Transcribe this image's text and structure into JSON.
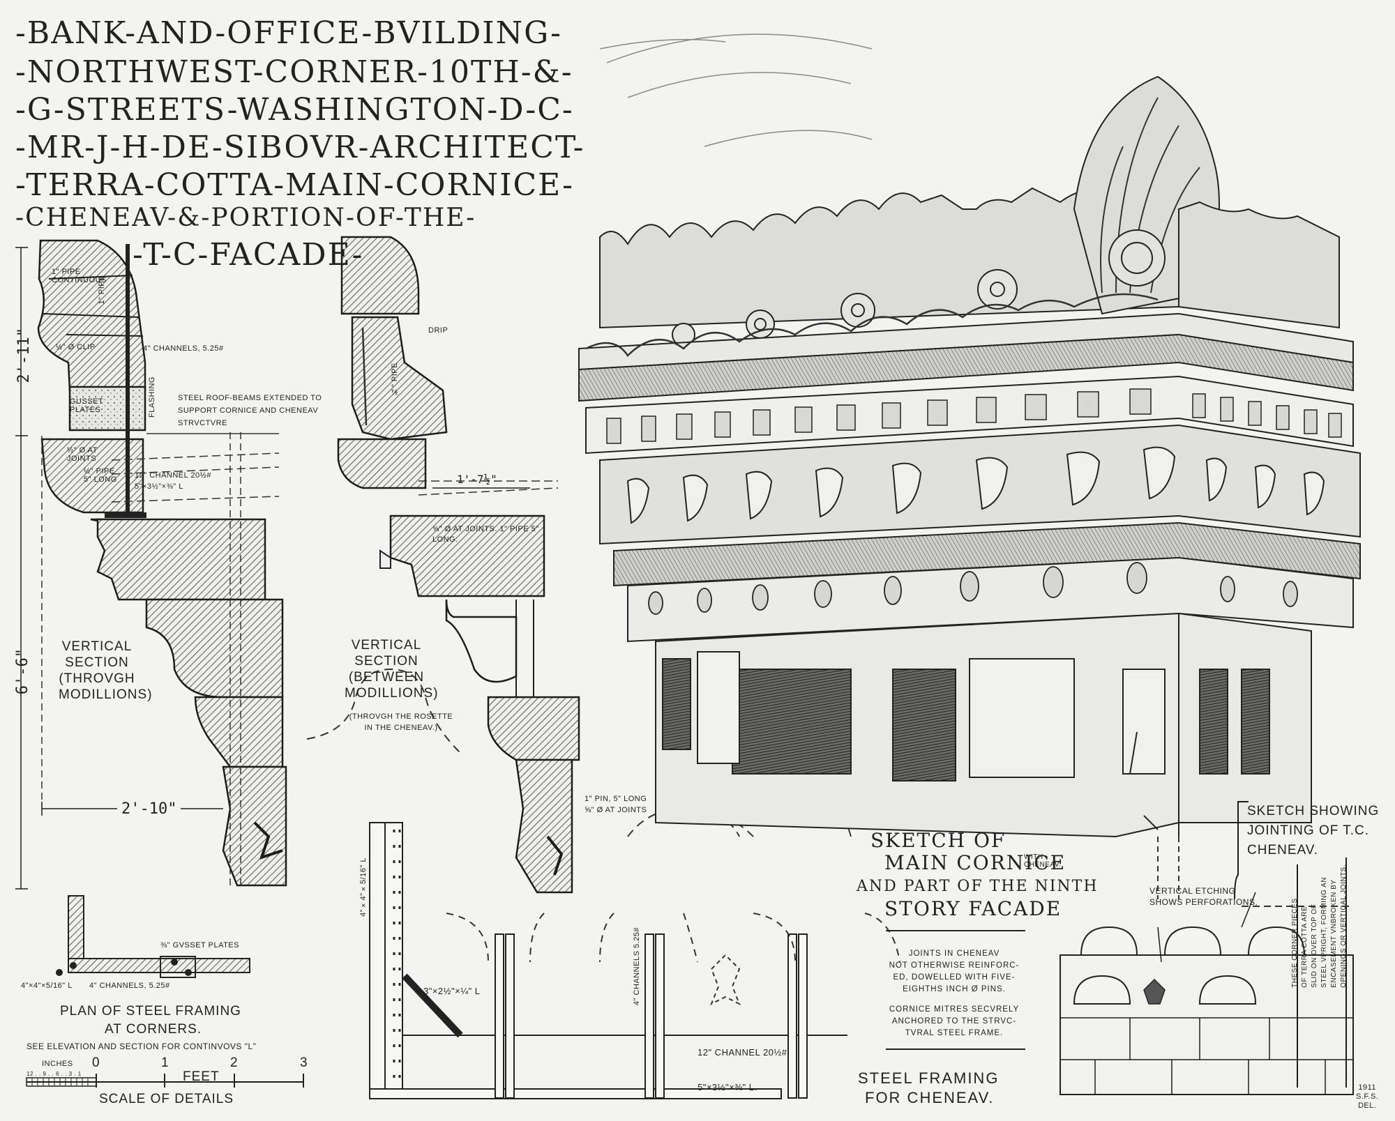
{
  "title": {
    "line1": "-BANK-AND-OFFICE-BVILDING-",
    "line2": "-NORTHWEST-CORNER-10TH-&-",
    "line3": "-G-STREETS-WASHINGTON-D-C-",
    "line4": "-MR-J-H-DE-SIBOVR-ARCHITECT-",
    "line5": "-TERRA-COTTA-MAIN-CORNICE-",
    "line6": "-CHENEAV-&-PORTION-OF-THE-",
    "line7": "-T-C-FACADE-"
  },
  "section_through": {
    "labels": {
      "pipe_continuous": "1\" PIPE CONTINUOUS",
      "pipe_vertical": "1\" PIPE",
      "clip": "½\" Ø CLIP",
      "channels": "4\" CHANNELS, 5.25#",
      "flashing": "FLASHING",
      "steel_roof_beams": "STEEL ROOF-BEAMS EXTENDED TO SUPPORT CORNICE AND CHENEAV STRVCTVRE",
      "gusset_plates": "GUSSET PLATES",
      "half_at_joints": "½\" Ø AT JOINTS",
      "half_pipe": "½\" PIPE 5\" LONG",
      "channel_12": "12\" CHANNEL 20½#",
      "angle": "5\"×3½\"×⅜\" L"
    },
    "dim_top": "2'-11\"",
    "dim_mid": "6'-6\"",
    "dim_width": "2'-10\"",
    "caption": [
      "VERTICAL",
      "SECTION",
      "(THROVGH",
      "MODILLIONS)"
    ]
  },
  "section_between": {
    "labels": {
      "drip": "DRIP",
      "pipe": "¾\" PIPE",
      "dim": "1'-7½\"",
      "dowel": "⅝\" Ø AT JOINTS. 1\" PIPE 5\" LONG.",
      "pin": "1\" PIN, 5\" LONG",
      "pin2": "⅝\" Ø AT JOINTS"
    },
    "caption": [
      "VERTICAL",
      "SECTION",
      "(BETWEEN",
      "MODILLIONS)"
    ],
    "sub": [
      "(THROVGH THE ROSETTE",
      "IN THE CHENEAV.)"
    ]
  },
  "plan": {
    "gusset": "⅜\" GVSSET PLATES",
    "angle": "4\"×4\"×5/16\" L",
    "channels": "4\" CHANNELS, 5.25#",
    "caption1": "PLAN OF STEEL FRAMING",
    "caption2": "AT CORNERS.",
    "caption3": "SEE ELEVATION AND SECTION FOR CONTINVOVS \"L\""
  },
  "scale": {
    "inches": "INCHES",
    "ticks": [
      "0",
      "1",
      "2",
      "3"
    ],
    "feet": "FEET",
    "caption": "SCALE OF DETAILS",
    "inch_ticks": "12 . . 9 . . 6 . . 3 . 1"
  },
  "framing": {
    "angle_vert": "4\"×4\"×5/16\" L",
    "angle_diag": "3\"×2½\"×¼\" L",
    "channels_vert": "4\" CHANNELS 5.25#",
    "channel_12": "12\" CHANNEL 20½#",
    "angle_bottom": "5\"×3½\"×⅜\" L.",
    "caption1": "STEEL FRAMING",
    "caption2": "FOR CHENEAV."
  },
  "sketch": {
    "title1": "SKETCH OF",
    "title2": "MAIN CORNICE",
    "title3": "AND PART OF THE NINTH",
    "title4": "STORY FACADE",
    "with": "WITH CHENEAV."
  },
  "notes": {
    "joints": [
      "JOINTS IN CHENEAV",
      "NOT OTHERWISE REINFORC-",
      "ED, DOWELLED WITH FIVE-",
      "EIGHTHS INCH Ø PINS."
    ],
    "cornice": [
      "CORNICE MITRES SECVRELY",
      "ANCHORED TO THE STRVC-",
      "TVRAL STEEL FRAME."
    ]
  },
  "jointing": {
    "title": [
      "SKETCH SHOWING",
      "JOINTING OF T.C.",
      "CHENEAV."
    ],
    "etching": [
      "VERTICAL ETCHING",
      "SHOWS PERFORATIONS."
    ],
    "corner_note": [
      "THESE CORNER PIECES",
      "OF TERRA COTTA ARE",
      "SLID ON OVER TOP OF",
      "STEEL VPRIGHT, FORMING AN",
      "ENCASEMENT VNBROKEN BY",
      "OPENINGS OR VERTICAL JOINTS."
    ]
  },
  "signature": [
    "1911",
    "S.F.S.",
    "DEL."
  ]
}
